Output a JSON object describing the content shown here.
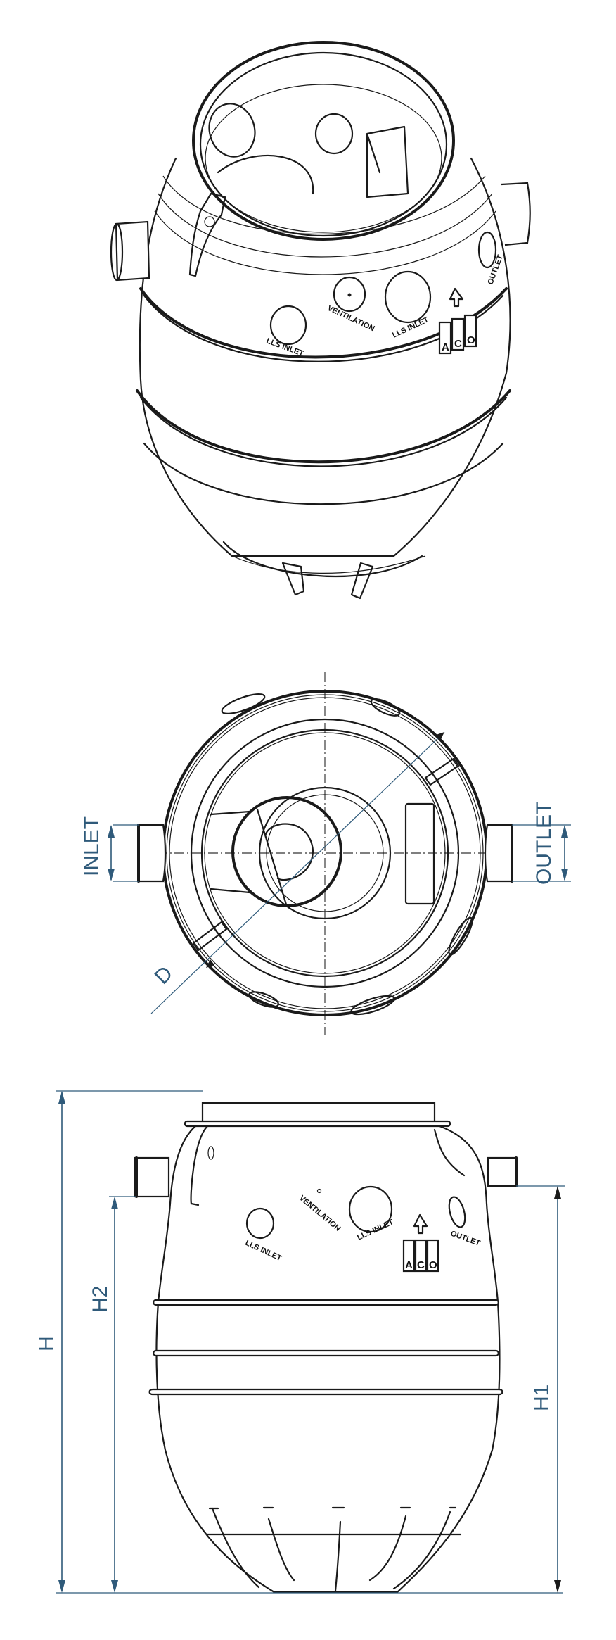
{
  "drawing": {
    "title": "ACO separator tank — three views",
    "line_color": "#1a1a1a",
    "dimension_color": "#2f5a7a"
  },
  "views": {
    "isometric": {
      "labels": {
        "ls_inlet_small": "LLS INLET",
        "ventilation": "VENTILATION",
        "ls_inlet_large": "LLS INLET",
        "outlet_mark": "OUTLET",
        "brand": [
          "A",
          "C",
          "O"
        ]
      }
    },
    "plan": {
      "dimensions": {
        "inlet": "INLET",
        "outlet": "OUTLET",
        "diameter": "D"
      }
    },
    "elevation": {
      "labels": {
        "ls_inlet_small": "LLS INLET",
        "ventilation": "VENTILATION",
        "ls_inlet_large": "LLS INLET",
        "outlet_mark": "OUTLET",
        "brand": [
          "A",
          "C",
          "O"
        ]
      },
      "dimensions": {
        "overall_height": "H",
        "inlet_height": "H2",
        "outlet_height": "H1"
      }
    }
  }
}
